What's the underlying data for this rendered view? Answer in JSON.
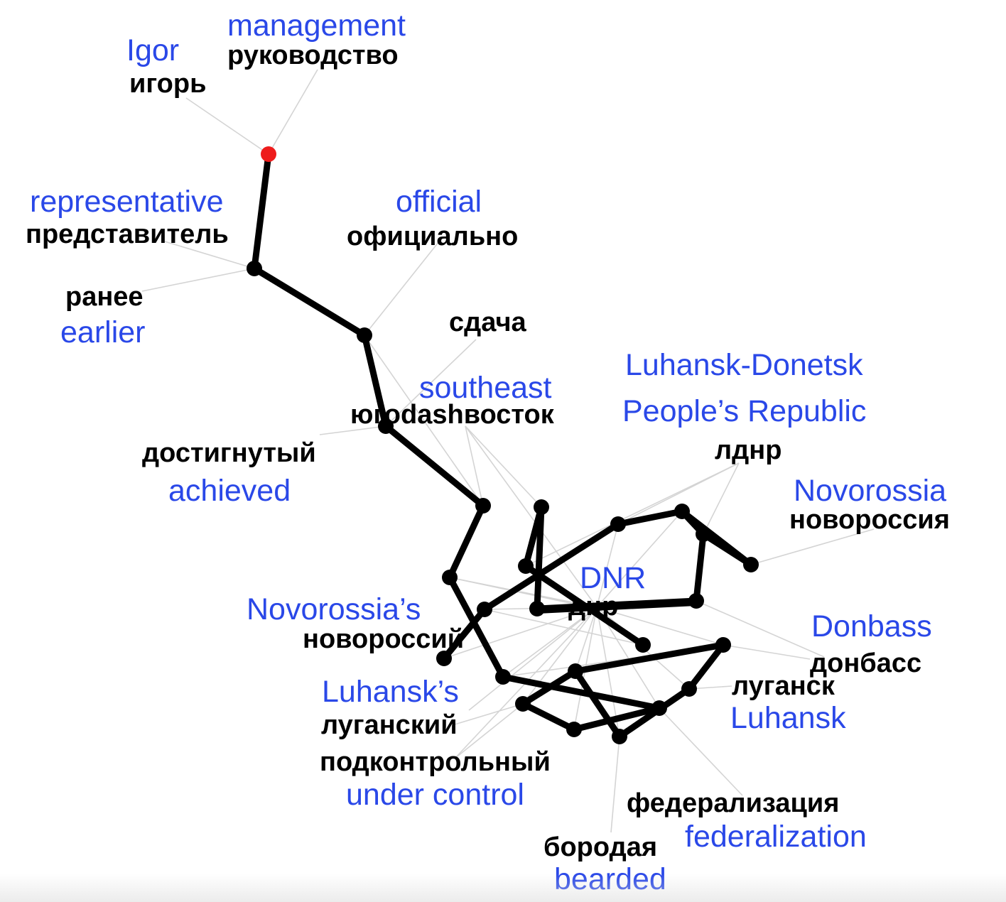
{
  "labels": {
    "igor_en": "Igor",
    "igor_ru": "игорь",
    "management_en": "management",
    "management_ru": "руководство",
    "representative_en": "representative",
    "representative_ru": "представитель",
    "official_en": "official",
    "official_ru": "официально",
    "earlier_ru": "ранее",
    "earlier_en": "earlier",
    "sdacha_ru": "сдача",
    "southeast_en": "southeast",
    "southeast_ru": "юго",
    "southeast_mid": "dash",
    "southeast_ru2": "восток",
    "achieved_ru": "достигнутый",
    "achieved_en": "achieved",
    "lpr_en_1": "Luhansk-Donetsk",
    "lpr_en_2": "People’s Republic",
    "lpr_ru": "лднр",
    "novorossia_en": "Novorossia",
    "novorossia_ru": "новороссия",
    "dnr_en": "DNR",
    "dnr_ru": "днр",
    "novorossias_en": "Novorossia’s",
    "novorossias_ru": "новороссий",
    "donbass_en": "Donbass",
    "donbass_ru": "донбасс",
    "luhansks_en": "Luhansk’s",
    "luhansks_ru": "луганский",
    "luhansk_ru": "луганск",
    "luhansk_en": "Luhansk",
    "undercontrol_ru": "подконтрольный",
    "undercontrol_en": "under control",
    "federalization_ru": "федерализация",
    "federalization_en": "federalization",
    "bearded_ru": "бородая",
    "bearded_en": "bearded"
  },
  "colors": {
    "english_label": "#2a48e8",
    "russian_label": "#000000",
    "root_node": "#ee1c1c",
    "node": "#000000",
    "thick_edge": "#000000",
    "thin_edge": "#d4d4d4"
  }
}
